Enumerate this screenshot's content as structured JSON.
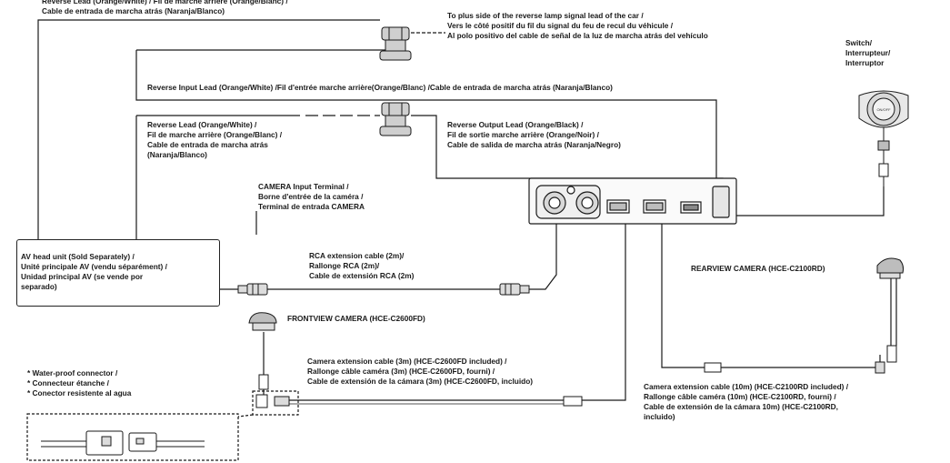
{
  "labels": {
    "top_reverse_lead": "Reverse Lead (Orange/White) / Fil de marche arrière (Orange/Blanc) /\nCable de entrada de marcha atrás (Naranja/Blanco)",
    "plus_side": "To plus side of the reverse lamp signal lead of the car /\nVers le côté positif du fil du signal du feu de recul du véhicule /\nAl polo positivo del cable de señal de la luz de marcha atrás del vehículo",
    "switch": "Switch/\nInterrupteur/\nInterruptor",
    "switch_face": "ON/OFF",
    "reverse_input": "Reverse Input Lead (Orange/White) /Fil d'entrée marche arrière(Orange/Blanc) /Cable de entrada de marcha atrás (Naranja/Blanco)",
    "reverse_lead": "Reverse Lead (Orange/White) /\nFil de marche arrière (Orange/Blanc) /\nCable de entrada de marcha atrás\n(Naranja/Blanco)",
    "reverse_output": "Reverse Output Lead (Orange/Black) /\nFil de sortie marche arrière (Orange/Noir) /\nCable de salida de marcha atrás (Naranja/Negro)",
    "camera_input": "CAMERA Input Terminal /\nBorne d'entrée de la caméra /\nTerminal de entrada CAMERA",
    "av_head_unit": "AV head unit (Sold Separately) /\nUnité principale AV (vendu séparément) /\nUnidad principal AV (se vende por\nseparado)",
    "rca_extension": "RCA extension cable (2m)/\nRallonge RCA (2m)/\nCable de extensión RCA (2m)",
    "rearview_camera": "REARVIEW CAMERA (HCE-C2100RD)",
    "frontview_camera": "FRONTVIEW CAMERA (HCE-C2600FD)",
    "camera_ext_3m": "Camera extension cable (3m) (HCE-C2600FD included) /\nRallonge câble caméra (3m) (HCE-C2600FD, fourni) /\nCable de extensión de la cámara (3m) (HCE-C2600FD, incluido)",
    "waterproof": "* Water-proof connector /\n* Connecteur étanche /\n* Conector resistente al agua",
    "camera_ext_10m": "Camera extension cable (10m) (HCE-C2100RD included) /\nRallonge câble caméra (10m) (HCE-C2100RD, fourni) /\nCable de extensión de la cámara 10m) (HCE-C2100RD,\nincluido)"
  },
  "colors": {
    "line": "#1a1a1a",
    "fill_light": "#dcdcdc",
    "fill_mid": "#bdbdbd",
    "fill_dark": "#8a8a8a"
  },
  "icons": {
    "splice_connector": "splice-connector-icon",
    "switch": "switch-icon",
    "interface_box": "camera-interface-box-icon",
    "rca_plug": "rca-plug-icon",
    "camera": "camera-icon",
    "waterproof_connector": "waterproof-connector-icon"
  }
}
